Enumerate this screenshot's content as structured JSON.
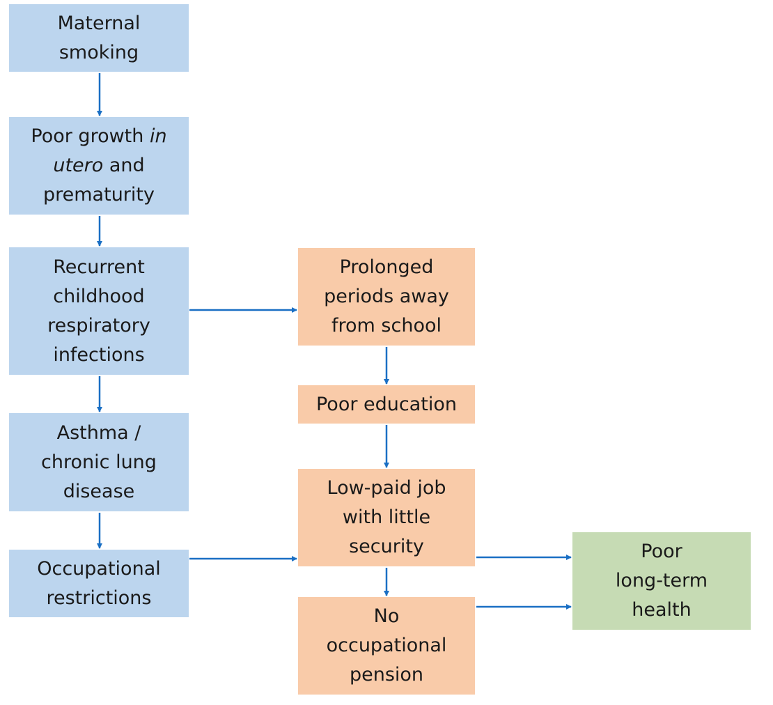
{
  "diagram": {
    "type": "flowchart",
    "colors": {
      "blue_box": "#bcd5ee",
      "orange_box": "#f9cba9",
      "green_box": "#c6dbb4",
      "arrow": "#1a6fc4"
    },
    "nodes": [
      {
        "id": "maternal_smoking",
        "lines": [
          "Maternal",
          "smoking"
        ]
      },
      {
        "id": "poor_growth",
        "lines": [
          "Poor growth in",
          "utero and",
          "prematurity"
        ],
        "italic": [
          "in",
          "utero"
        ]
      },
      {
        "id": "recurrent_infections",
        "lines": [
          "Recurrent",
          "childhood",
          "respiratory",
          "infections"
        ]
      },
      {
        "id": "asthma",
        "lines": [
          "Asthma /",
          "chronic lung",
          "disease"
        ]
      },
      {
        "id": "occupational_restrictions",
        "lines": [
          "Occupational",
          "restrictions"
        ]
      },
      {
        "id": "prolonged_absence",
        "lines": [
          "Prolonged",
          "periods away",
          "from school"
        ]
      },
      {
        "id": "poor_education",
        "lines": [
          "Poor education"
        ]
      },
      {
        "id": "low_paid_job",
        "lines": [
          "Low-paid job",
          "with little",
          "security"
        ]
      },
      {
        "id": "no_pension",
        "lines": [
          "No",
          "occupational",
          "pension"
        ]
      },
      {
        "id": "poor_health",
        "lines": [
          "Poor",
          "long-term",
          "health"
        ]
      }
    ],
    "edges": [
      [
        "maternal_smoking",
        "poor_growth"
      ],
      [
        "poor_growth",
        "recurrent_infections"
      ],
      [
        "recurrent_infections",
        "asthma"
      ],
      [
        "asthma",
        "occupational_restrictions"
      ],
      [
        "recurrent_infections",
        "prolonged_absence"
      ],
      [
        "prolonged_absence",
        "poor_education"
      ],
      [
        "poor_education",
        "low_paid_job"
      ],
      [
        "occupational_restrictions",
        "low_paid_job"
      ],
      [
        "low_paid_job",
        "no_pension"
      ],
      [
        "low_paid_job",
        "poor_health"
      ],
      [
        "no_pension",
        "poor_health"
      ]
    ]
  },
  "text": {
    "maternal_smoking": {
      "l1": "Maternal",
      "l2": "smoking"
    },
    "poor_growth": {
      "l1a": "Poor growth ",
      "l1b": "in",
      "l2a": "utero",
      "l2b": " and",
      "l3": "prematurity"
    },
    "recurrent_infections": {
      "l1": "Recurrent",
      "l2": "childhood",
      "l3": "respiratory",
      "l4": "infections"
    },
    "asthma": {
      "l1": "Asthma /",
      "l2": "chronic lung",
      "l3": "disease"
    },
    "occupational_restrictions": {
      "l1": "Occupational",
      "l2": "restrictions"
    },
    "prolonged_absence": {
      "l1": "Prolonged",
      "l2": "periods away",
      "l3": "from school"
    },
    "poor_education": {
      "l1": "Poor education"
    },
    "low_paid_job": {
      "l1": "Low-paid job",
      "l2": "with little",
      "l3": "security"
    },
    "no_pension": {
      "l1": "No",
      "l2": "occupational",
      "l3": "pension"
    },
    "poor_health": {
      "l1": "Poor",
      "l2": "long-term",
      "l3": "health"
    }
  }
}
